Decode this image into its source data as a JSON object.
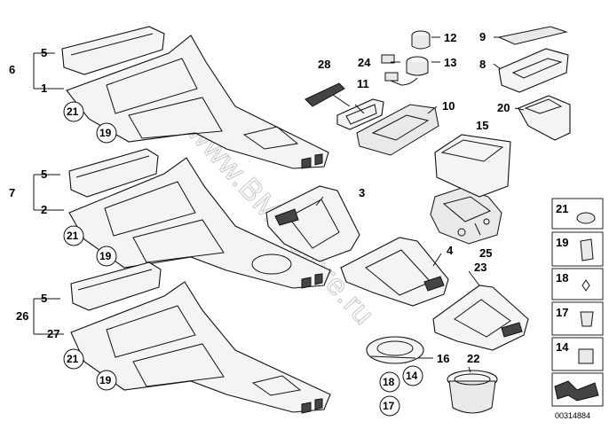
{
  "callouts": {
    "n1": "1",
    "n2": "2",
    "n3": "3",
    "n4": "4",
    "n5a": "5",
    "n5b": "5",
    "n5c": "5",
    "n6": "6",
    "n7": "7",
    "n8": "8",
    "n9": "9",
    "n10": "10",
    "n11": "11",
    "n12": "12",
    "n13": "13",
    "n14": "14",
    "n15": "15",
    "n16": "16",
    "n17": "17",
    "n18": "18",
    "n19a": "19",
    "n19b": "19",
    "n19c": "19",
    "n20": "20",
    "n21a": "21",
    "n21b": "21",
    "n21c": "21",
    "n22": "22",
    "n23": "23",
    "n24": "24",
    "n25": "25",
    "n26": "26",
    "n27": "27",
    "n28": "28"
  },
  "legend": {
    "l21": "21",
    "l19": "19",
    "l18": "18",
    "l17": "17",
    "l14": "14"
  },
  "watermark": "www.BMWstore.ru",
  "diagram_id": "00314884"
}
